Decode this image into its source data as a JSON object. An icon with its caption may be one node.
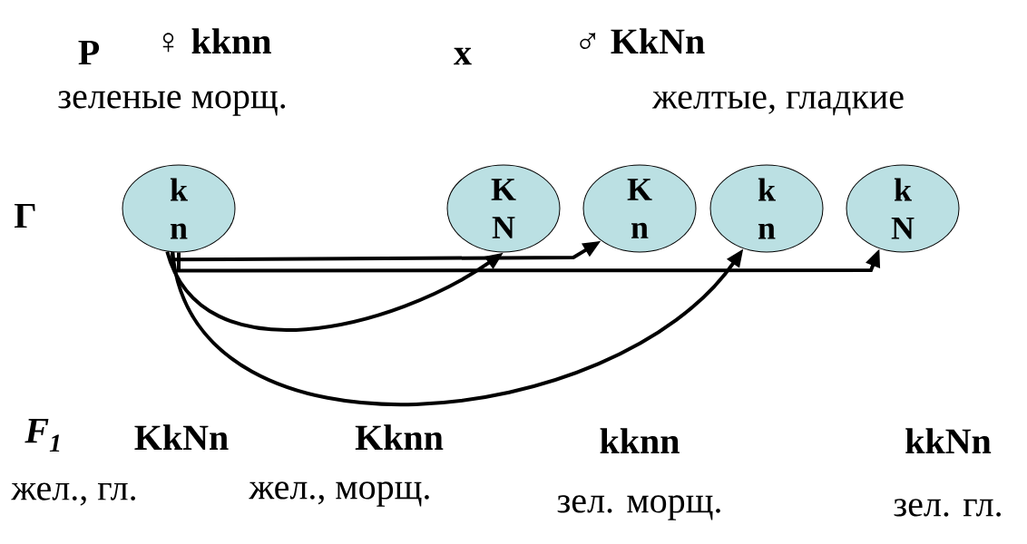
{
  "diagram": {
    "nodes": [
      {
        "text": [
          "k n"
        ]
      },
      {
        "text": [
          "K N"
        ]
      },
      {
        "text": [
          "K n"
        ]
      },
      {
        "text": [
          "k n"
        ]
      },
      {
        "text": [
          "k N"
        ]
      }
    ],
    "edges": [
      {
        "from": 0,
        "to": 2,
        "arrow": "to"
      },
      {
        "from": 0,
        "to": 4,
        "arrow": "to"
      },
      {
        "from": 0,
        "to": 1,
        "arrow": "to"
      },
      {
        "from": 0,
        "to": 3,
        "arrow": "to"
      }
    ],
    "labels": [
      "P",
      "♀ kknn",
      "x",
      "♂ KkNn",
      "зеленые морщ.",
      "желтые, гладкие",
      "Г",
      "F$_{1}$",
      "KkNn",
      "Kknn",
      "kknn",
      "kkNn",
      "жел., гл.",
      "жел., морщ.",
      "зел. морщ.",
      "зел. гл."
    ]
  }
}
